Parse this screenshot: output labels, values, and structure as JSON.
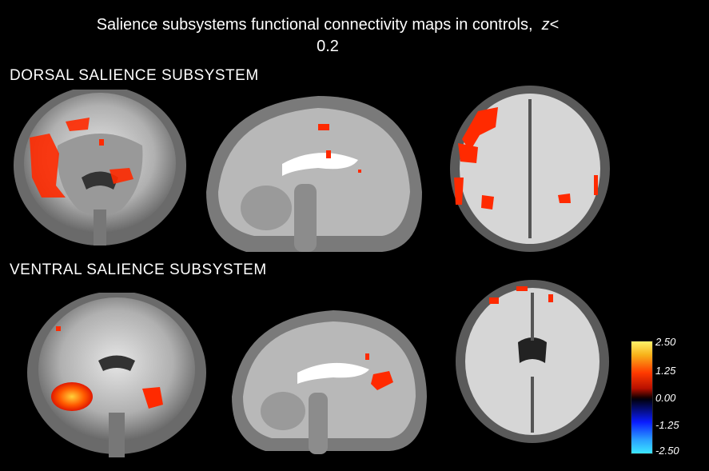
{
  "figure": {
    "title": "Salience subsystems functional connectivity maps in controls,",
    "title_var": "z",
    "title_op": "<",
    "title_value": "0.2"
  },
  "sections": {
    "dorsal": "DORSAL SALIENCE SUBSYSTEM",
    "ventral": "VENTRAL SALIENCE SUBSYSTEM"
  },
  "colorbar": {
    "ticks": [
      "2.50",
      "1.25",
      "0.00",
      "-1.25",
      "-2.50"
    ],
    "colors": {
      "max": "#fff26a",
      "mid_high": "#ff3a00",
      "zero": "#000000",
      "mid_low": "#0a1cff",
      "min": "#3ce7ff"
    }
  },
  "panels": [
    {
      "name": "dorsal-coronal-slice",
      "view": "coronal"
    },
    {
      "name": "dorsal-sagittal-slice",
      "view": "sagittal"
    },
    {
      "name": "dorsal-axial-slice",
      "view": "axial"
    },
    {
      "name": "ventral-coronal-slice",
      "view": "coronal"
    },
    {
      "name": "ventral-sagittal-slice",
      "view": "sagittal"
    },
    {
      "name": "ventral-axial-slice",
      "view": "axial"
    }
  ]
}
